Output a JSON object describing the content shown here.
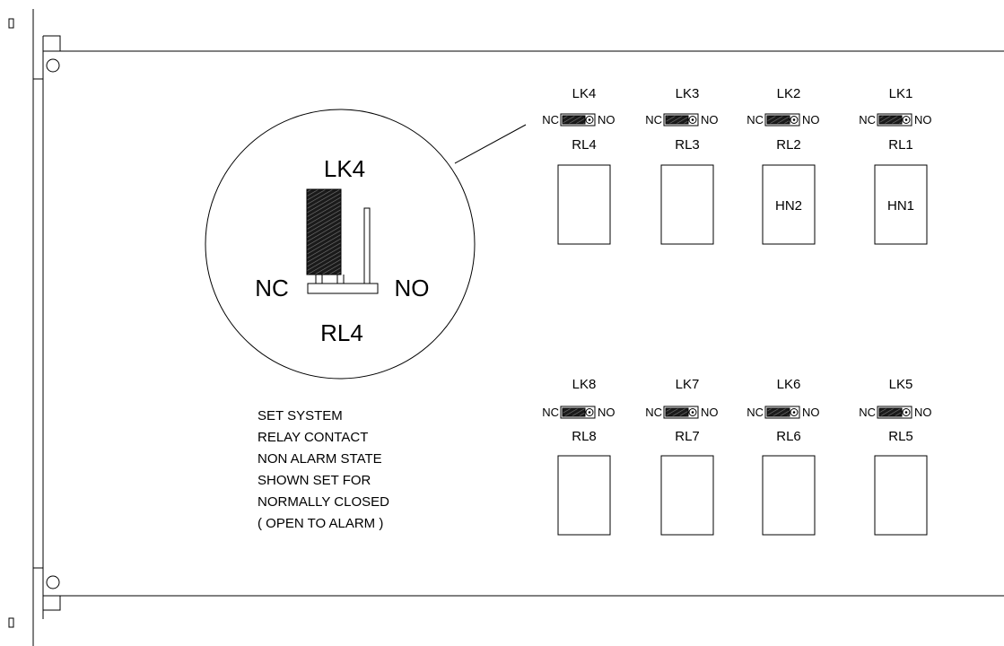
{
  "zoom": {
    "link_label": "LK4",
    "relay_label": "RL4",
    "nc_label": "NC",
    "no_label": "NO"
  },
  "note_lines": [
    "SET SYSTEM",
    "RELAY CONTACT",
    "NON ALARM STATE",
    "SHOWN SET FOR",
    "NORMALLY CLOSED",
    "( OPEN TO ALARM )"
  ],
  "link_nc_label": "NC",
  "link_no_label": "NO",
  "relays_top": [
    {
      "link": "LK4",
      "relay": "RL4",
      "part": ""
    },
    {
      "link": "LK3",
      "relay": "RL3",
      "part": ""
    },
    {
      "link": "LK2",
      "relay": "RL2",
      "part": "HN2"
    },
    {
      "link": "LK1",
      "relay": "RL1",
      "part": "HN1"
    }
  ],
  "relays_bottom": [
    {
      "link": "LK8",
      "relay": "RL8",
      "part": ""
    },
    {
      "link": "LK7",
      "relay": "RL7",
      "part": ""
    },
    {
      "link": "LK6",
      "relay": "RL6",
      "part": ""
    },
    {
      "link": "LK5",
      "relay": "RL5",
      "part": ""
    }
  ]
}
